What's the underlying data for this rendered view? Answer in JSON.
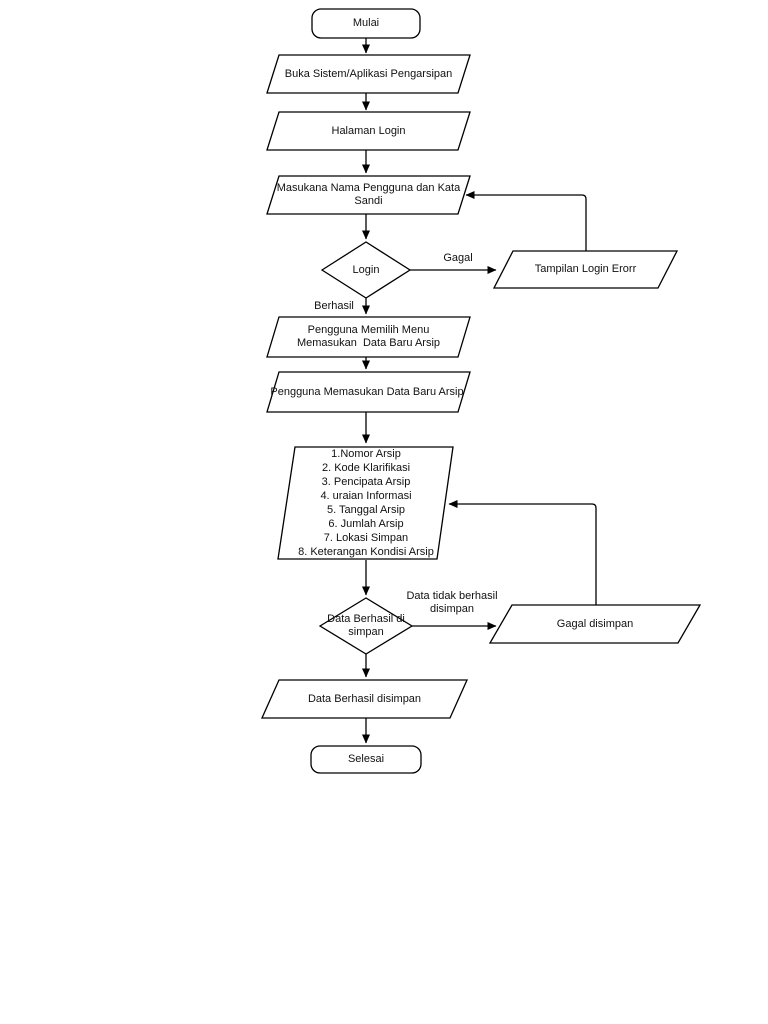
{
  "page": {
    "background": "#ffffff",
    "stroke_color": "#000000",
    "text_color": "#111111"
  },
  "diagram": {
    "nodes": {
      "start": "Mulai",
      "open_app": "Buka Sistem/Aplikasi Pengarsipan",
      "login_page": "Halaman Login",
      "enter_credentials": "Masukana Nama Pengguna dan Kata\nSandi",
      "login_decision": "Login",
      "login_error": "Tampilan Login Erorr",
      "choose_menu": "Pengguna Memilih Menu\nMemasukan  Data Baru Arsip",
      "input_new_data": "Pengguna Memasukan Data Baru Arsip",
      "data_fields": "1.Nomor Arsip\n2. Kode Klarifikasi\n3. Pencipata Arsip\n4. uraian Informasi\n5. Tanggal Arsip\n6. Jumlah Arsip\n7. Lokasi Simpan\n8. Keterangan Kondisi Arsip",
      "save_decision": "Data Berhasil di\nsimpan",
      "save_failed": "Gagal disimpan",
      "save_success": "Data Berhasil disimpan",
      "end": "Selesai"
    },
    "edge_labels": {
      "login_fail": "Gagal",
      "login_success": "Berhasil",
      "save_fail": "Data tidak berhasil\ndisimpan"
    }
  }
}
